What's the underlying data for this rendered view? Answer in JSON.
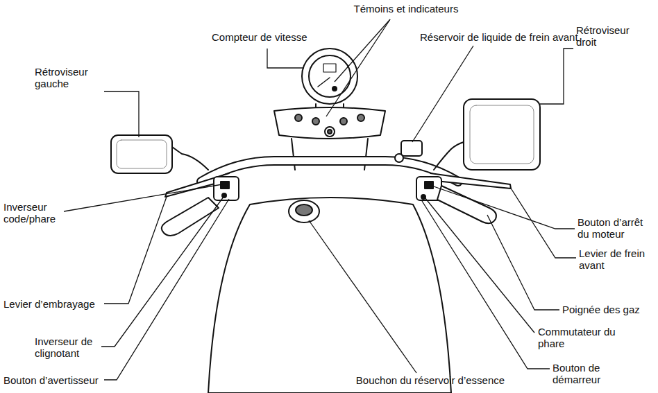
{
  "diagram": {
    "labels": [
      "Témoins et indicateurs",
      "Compteur de vitesse",
      "Réservoir de liquide de frein avant",
      "Rétroviseur gauche",
      "Rétroviseur droit",
      "Inverseur code/phare",
      "Bouton d’arrêt du moteur",
      "Levier de frein avant",
      "Poignée des gaz",
      "Levier d’embrayage",
      "Commutateur du phare",
      "Bouton de démarreur",
      "Inverseur de clignotant",
      "Bouton d’avertisseur",
      "Bouchon du réservoir d’essence"
    ]
  }
}
